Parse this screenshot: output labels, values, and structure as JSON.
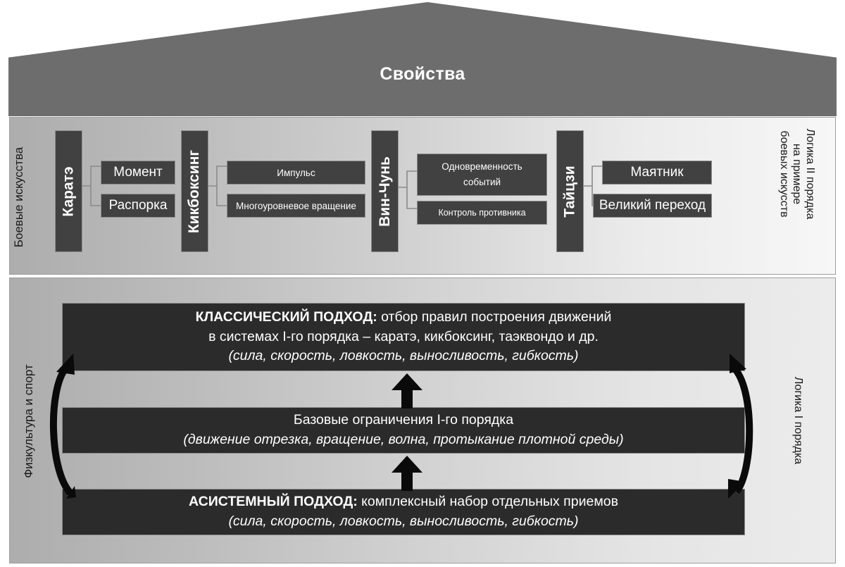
{
  "roof": {
    "title": "Свойства"
  },
  "bands": {
    "martial": {
      "left_label": "Боевые искусства",
      "right_label": "Логика II порядка\nна примере\nбоевых искусств",
      "styles": [
        {
          "name": "Каратэ",
          "properties": [
            "Момент",
            "Распорка"
          ]
        },
        {
          "name": "Кикбоксинг",
          "properties": [
            "Импульс",
            "Многоуровневое вращение"
          ]
        },
        {
          "name": "Вин-Чунь",
          "properties": [
            "Одновременность событий",
            "Контроль противника"
          ]
        },
        {
          "name": "Тайцзи",
          "properties": [
            "Маятник",
            "Великий переход"
          ]
        }
      ]
    },
    "sport": {
      "left_label": "Физкультура и спорт",
      "right_label": "Логика I порядка",
      "blocks": [
        {
          "id": "classic",
          "lines": [
            {
              "bold": "КЛАССИЧЕСКИЙ ПОДХОД:",
              "rest": " отбор правил построения движений"
            },
            {
              "bold": "",
              "rest": "в системах I-го порядка – каратэ, кикбоксинг, таэквондо и др."
            },
            {
              "bold": "",
              "italic": "(сила, скорость, ловкость, выносливость, гибкость)"
            }
          ]
        },
        {
          "id": "base",
          "lines": [
            {
              "bold": "",
              "rest": "Базовые ограничения I-го порядка"
            },
            {
              "bold": "",
              "italic": "(движение отрезка, вращение, волна, протыкание плотной среды)"
            }
          ]
        },
        {
          "id": "asystem",
          "lines": [
            {
              "bold": "АСИСТЕМНЫЙ ПОДХОД:",
              "rest": " комплексный набор отдельных приемов"
            },
            {
              "bold": "",
              "italic": "(сила, скорость, ловкость, выносливость, гибкость)"
            }
          ]
        }
      ],
      "arrows": {
        "up_arrow_1": "arrow-up",
        "up_arrow_2": "arrow-up",
        "left_arc": "curved-arrow-up",
        "right_arc": "curved-arrow-down"
      }
    }
  },
  "colors": {
    "roof_fill": "#6d6d6d",
    "box_fill": "#414141",
    "wide_box_fill": "#2b2b2b",
    "band_gradient_start": "#adadad",
    "band_gradient_end": "#f7f7f7",
    "text_light": "#ffffff",
    "text_dark": "#1a1a1a",
    "connector": "#8a8a8a"
  }
}
